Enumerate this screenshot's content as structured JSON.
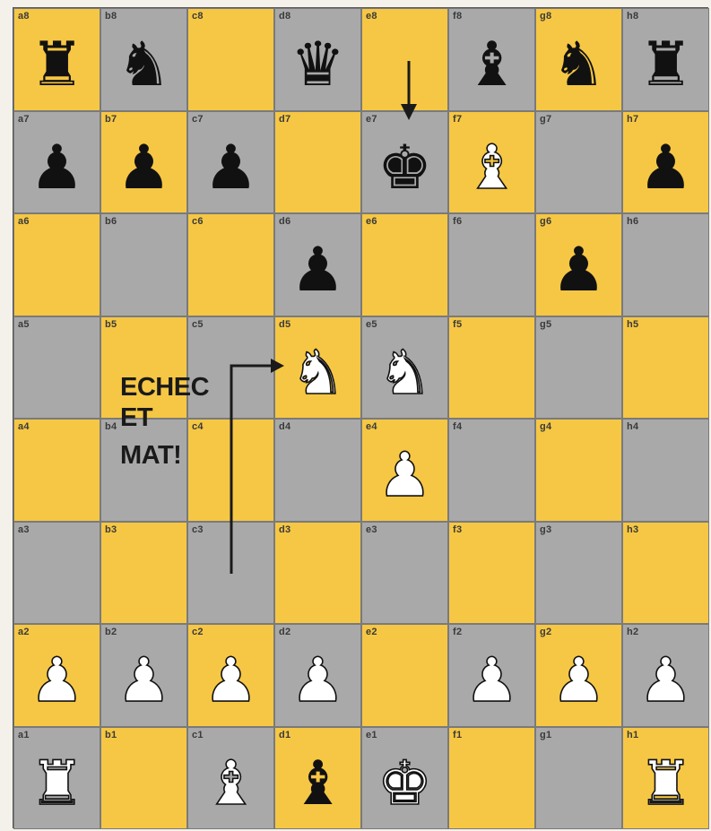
{
  "colors": {
    "light_square": "#f6c744",
    "dark_square": "#a9a9a9",
    "black_piece": "#111111",
    "white_piece": "#ffffff"
  },
  "caption": {
    "line1": "ECHEC",
    "line2": "ET",
    "line3": "MAT!"
  },
  "squares": [
    {
      "name": "a8",
      "color": "y",
      "piece": "black-rook"
    },
    {
      "name": "b8",
      "color": "g",
      "piece": "black-knight"
    },
    {
      "name": "c8",
      "color": "y",
      "piece": null
    },
    {
      "name": "d8",
      "color": "g",
      "piece": "black-queen"
    },
    {
      "name": "e8",
      "color": "y",
      "piece": null
    },
    {
      "name": "f8",
      "color": "g",
      "piece": "black-bishop"
    },
    {
      "name": "g8",
      "color": "y",
      "piece": "black-knight"
    },
    {
      "name": "h8",
      "color": "g",
      "piece": "black-rook"
    },
    {
      "name": "a7",
      "color": "g",
      "piece": "black-pawn"
    },
    {
      "name": "b7",
      "color": "y",
      "piece": "black-pawn"
    },
    {
      "name": "c7",
      "color": "g",
      "piece": "black-pawn"
    },
    {
      "name": "d7",
      "color": "y",
      "piece": null
    },
    {
      "name": "e7",
      "color": "g",
      "piece": "black-king"
    },
    {
      "name": "f7",
      "color": "y",
      "piece": "white-bishop"
    },
    {
      "name": "g7",
      "color": "g",
      "piece": null
    },
    {
      "name": "h7",
      "color": "y",
      "piece": "black-pawn"
    },
    {
      "name": "a6",
      "color": "y",
      "piece": null
    },
    {
      "name": "b6",
      "color": "g",
      "piece": null
    },
    {
      "name": "c6",
      "color": "y",
      "piece": null
    },
    {
      "name": "d6",
      "color": "g",
      "piece": "black-pawn"
    },
    {
      "name": "e6",
      "color": "y",
      "piece": null
    },
    {
      "name": "f6",
      "color": "g",
      "piece": null
    },
    {
      "name": "g6",
      "color": "y",
      "piece": "black-pawn"
    },
    {
      "name": "h6",
      "color": "g",
      "piece": null
    },
    {
      "name": "a5",
      "color": "g",
      "piece": null
    },
    {
      "name": "b5",
      "color": "y",
      "piece": null
    },
    {
      "name": "c5",
      "color": "g",
      "piece": null
    },
    {
      "name": "d5",
      "color": "y",
      "piece": "white-knight"
    },
    {
      "name": "e5",
      "color": "g",
      "piece": "white-knight"
    },
    {
      "name": "f5",
      "color": "y",
      "piece": null
    },
    {
      "name": "g5",
      "color": "g",
      "piece": null
    },
    {
      "name": "h5",
      "color": "y",
      "piece": null
    },
    {
      "name": "a4",
      "color": "y",
      "piece": null
    },
    {
      "name": "b4",
      "color": "g",
      "piece": null
    },
    {
      "name": "c4",
      "color": "y",
      "piece": null
    },
    {
      "name": "d4",
      "color": "g",
      "piece": null
    },
    {
      "name": "e4",
      "color": "y",
      "piece": "white-pawn"
    },
    {
      "name": "f4",
      "color": "g",
      "piece": null
    },
    {
      "name": "g4",
      "color": "y",
      "piece": null
    },
    {
      "name": "h4",
      "color": "g",
      "piece": null
    },
    {
      "name": "a3",
      "color": "g",
      "piece": null
    },
    {
      "name": "b3",
      "color": "y",
      "piece": null
    },
    {
      "name": "c3",
      "color": "g",
      "piece": null
    },
    {
      "name": "d3",
      "color": "y",
      "piece": null
    },
    {
      "name": "e3",
      "color": "g",
      "piece": null
    },
    {
      "name": "f3",
      "color": "y",
      "piece": null
    },
    {
      "name": "g3",
      "color": "g",
      "piece": null
    },
    {
      "name": "h3",
      "color": "y",
      "piece": null
    },
    {
      "name": "a2",
      "color": "y",
      "piece": "white-pawn"
    },
    {
      "name": "b2",
      "color": "g",
      "piece": "white-pawn"
    },
    {
      "name": "c2",
      "color": "y",
      "piece": "white-pawn"
    },
    {
      "name": "d2",
      "color": "g",
      "piece": "white-pawn"
    },
    {
      "name": "e2",
      "color": "y",
      "piece": null
    },
    {
      "name": "f2",
      "color": "g",
      "piece": "white-pawn"
    },
    {
      "name": "g2",
      "color": "y",
      "piece": "white-pawn"
    },
    {
      "name": "h2",
      "color": "g",
      "piece": "white-pawn"
    },
    {
      "name": "a1",
      "color": "g",
      "piece": "white-rook"
    },
    {
      "name": "b1",
      "color": "y",
      "piece": null
    },
    {
      "name": "c1",
      "color": "g",
      "piece": "white-bishop"
    },
    {
      "name": "d1",
      "color": "y",
      "piece": "black-bishop"
    },
    {
      "name": "e1",
      "color": "g",
      "piece": "white-king"
    },
    {
      "name": "f1",
      "color": "y",
      "piece": null
    },
    {
      "name": "g1",
      "color": "g",
      "piece": null
    },
    {
      "name": "h1",
      "color": "y",
      "piece": "white-rook"
    }
  ]
}
